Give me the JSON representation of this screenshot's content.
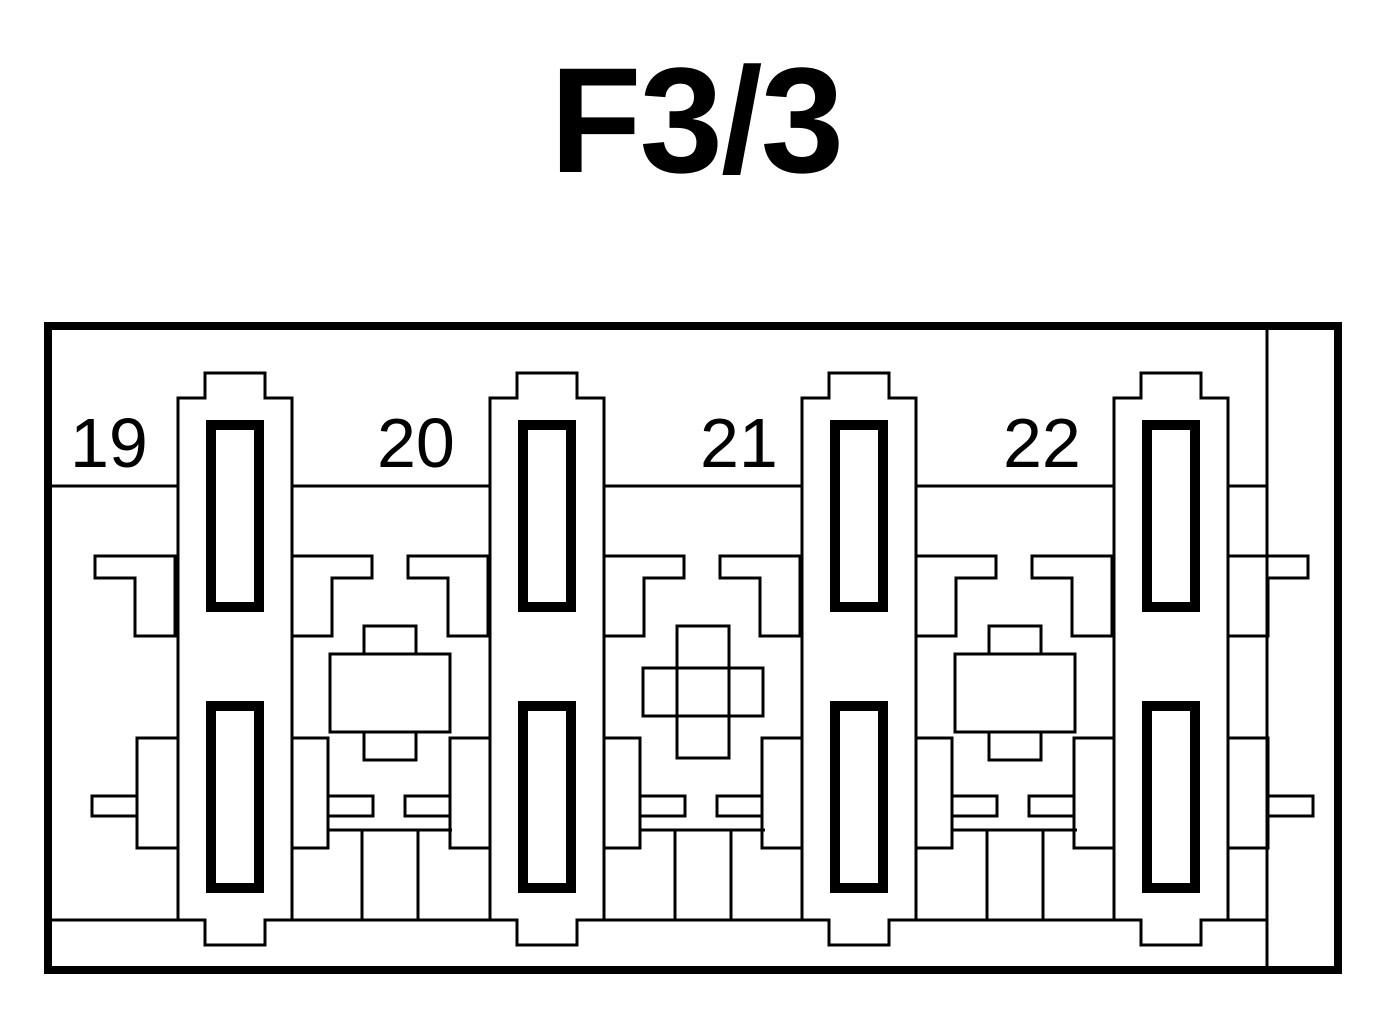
{
  "title": "F3/3",
  "pin_labels": [
    "19",
    "20",
    "21",
    "22"
  ]
}
